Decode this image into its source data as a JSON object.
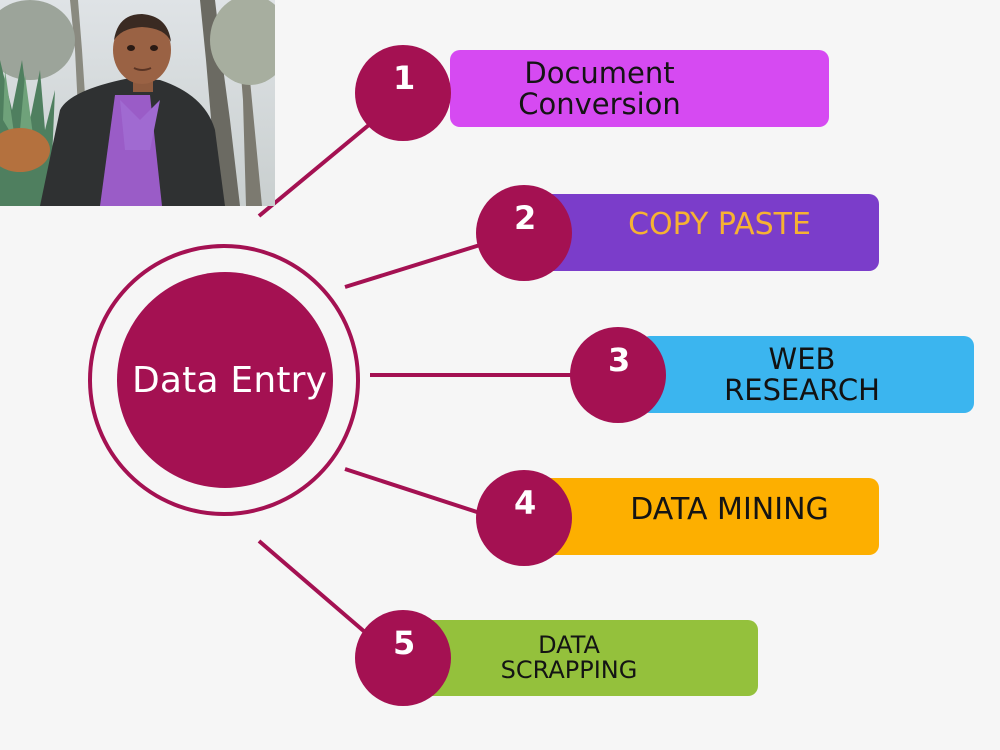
{
  "colors": {
    "background": "#f6f6f6",
    "hub": "#a41152",
    "connector": "#a41152",
    "number_circle": "#a41152"
  },
  "hub": {
    "label": "Data Entry"
  },
  "branches": [
    {
      "number": "1",
      "label_lines": [
        "Document",
        "Conversion"
      ],
      "box_color": "#d64af2",
      "text_color": "#141414"
    },
    {
      "number": "2",
      "label_lines": [
        "COPY PASTE"
      ],
      "box_color": "#7b3dca",
      "text_color": "#f6b232"
    },
    {
      "number": "3",
      "label_lines": [
        "WEB",
        "RESEARCH"
      ],
      "box_color": "#3bb5ef",
      "text_color": "#121212"
    },
    {
      "number": "4",
      "label_lines": [
        "DATA MINING"
      ],
      "box_color": "#fdaf00",
      "text_color": "#141414"
    },
    {
      "number": "5",
      "label_lines": [
        "DATA",
        "SCRAPPING"
      ],
      "box_color": "#94c13c",
      "text_color": "#141414"
    }
  ]
}
